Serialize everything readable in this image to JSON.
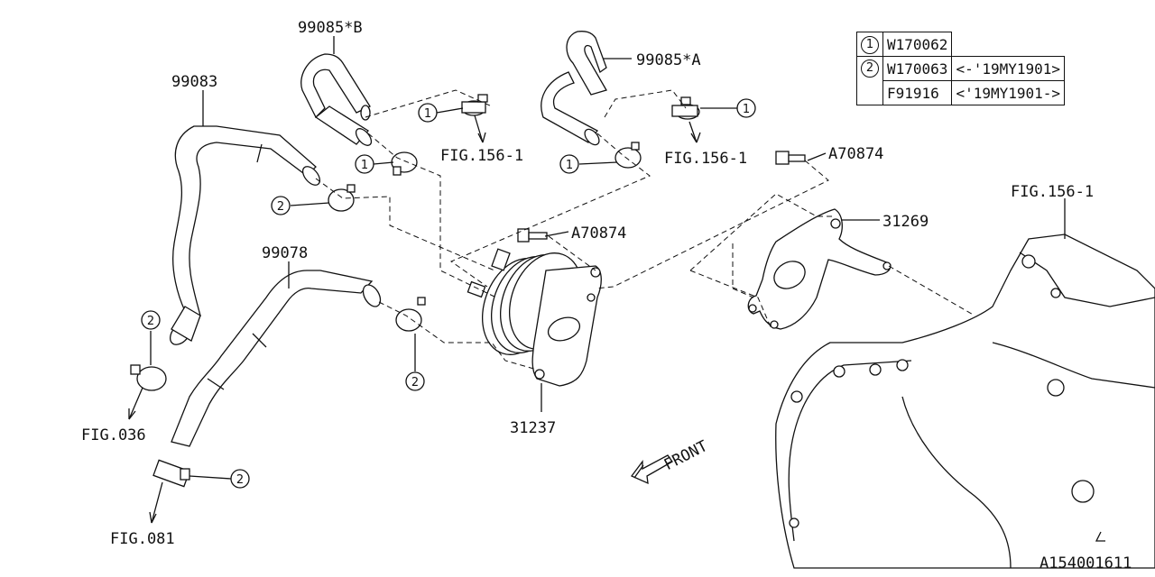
{
  "legend": {
    "rows": [
      {
        "key": "1",
        "part": "W170062",
        "note": ""
      },
      {
        "key": "2",
        "part": "W170063",
        "note": "<-'19MY1901>"
      },
      {
        "key": "",
        "part": "F91916",
        "note": "<'19MY1901->"
      }
    ]
  },
  "labels": {
    "hose_b": "99085*B",
    "hose_a": "99085*A",
    "hose_99083": "99083",
    "hose_99078": "99078",
    "fig_156_1_a": "FIG.156-1",
    "fig_156_1_b": "FIG.156-1",
    "fig_156_1_c": "FIG.156-1",
    "bolt_a70874_top": "A70874",
    "bolt_a70874_mid": "A70874",
    "bracket_31269": "31269",
    "cooler_31237": "31237",
    "fig_036": "FIG.036",
    "fig_081": "FIG.081",
    "front": "FRONT",
    "drawing_code": "A154001611"
  },
  "callouts": {
    "c1a": "1",
    "c1b": "1",
    "c1c": "1",
    "c1d": "1",
    "c2a": "2",
    "c2b": "2",
    "c2c": "2",
    "c2d": "2"
  }
}
